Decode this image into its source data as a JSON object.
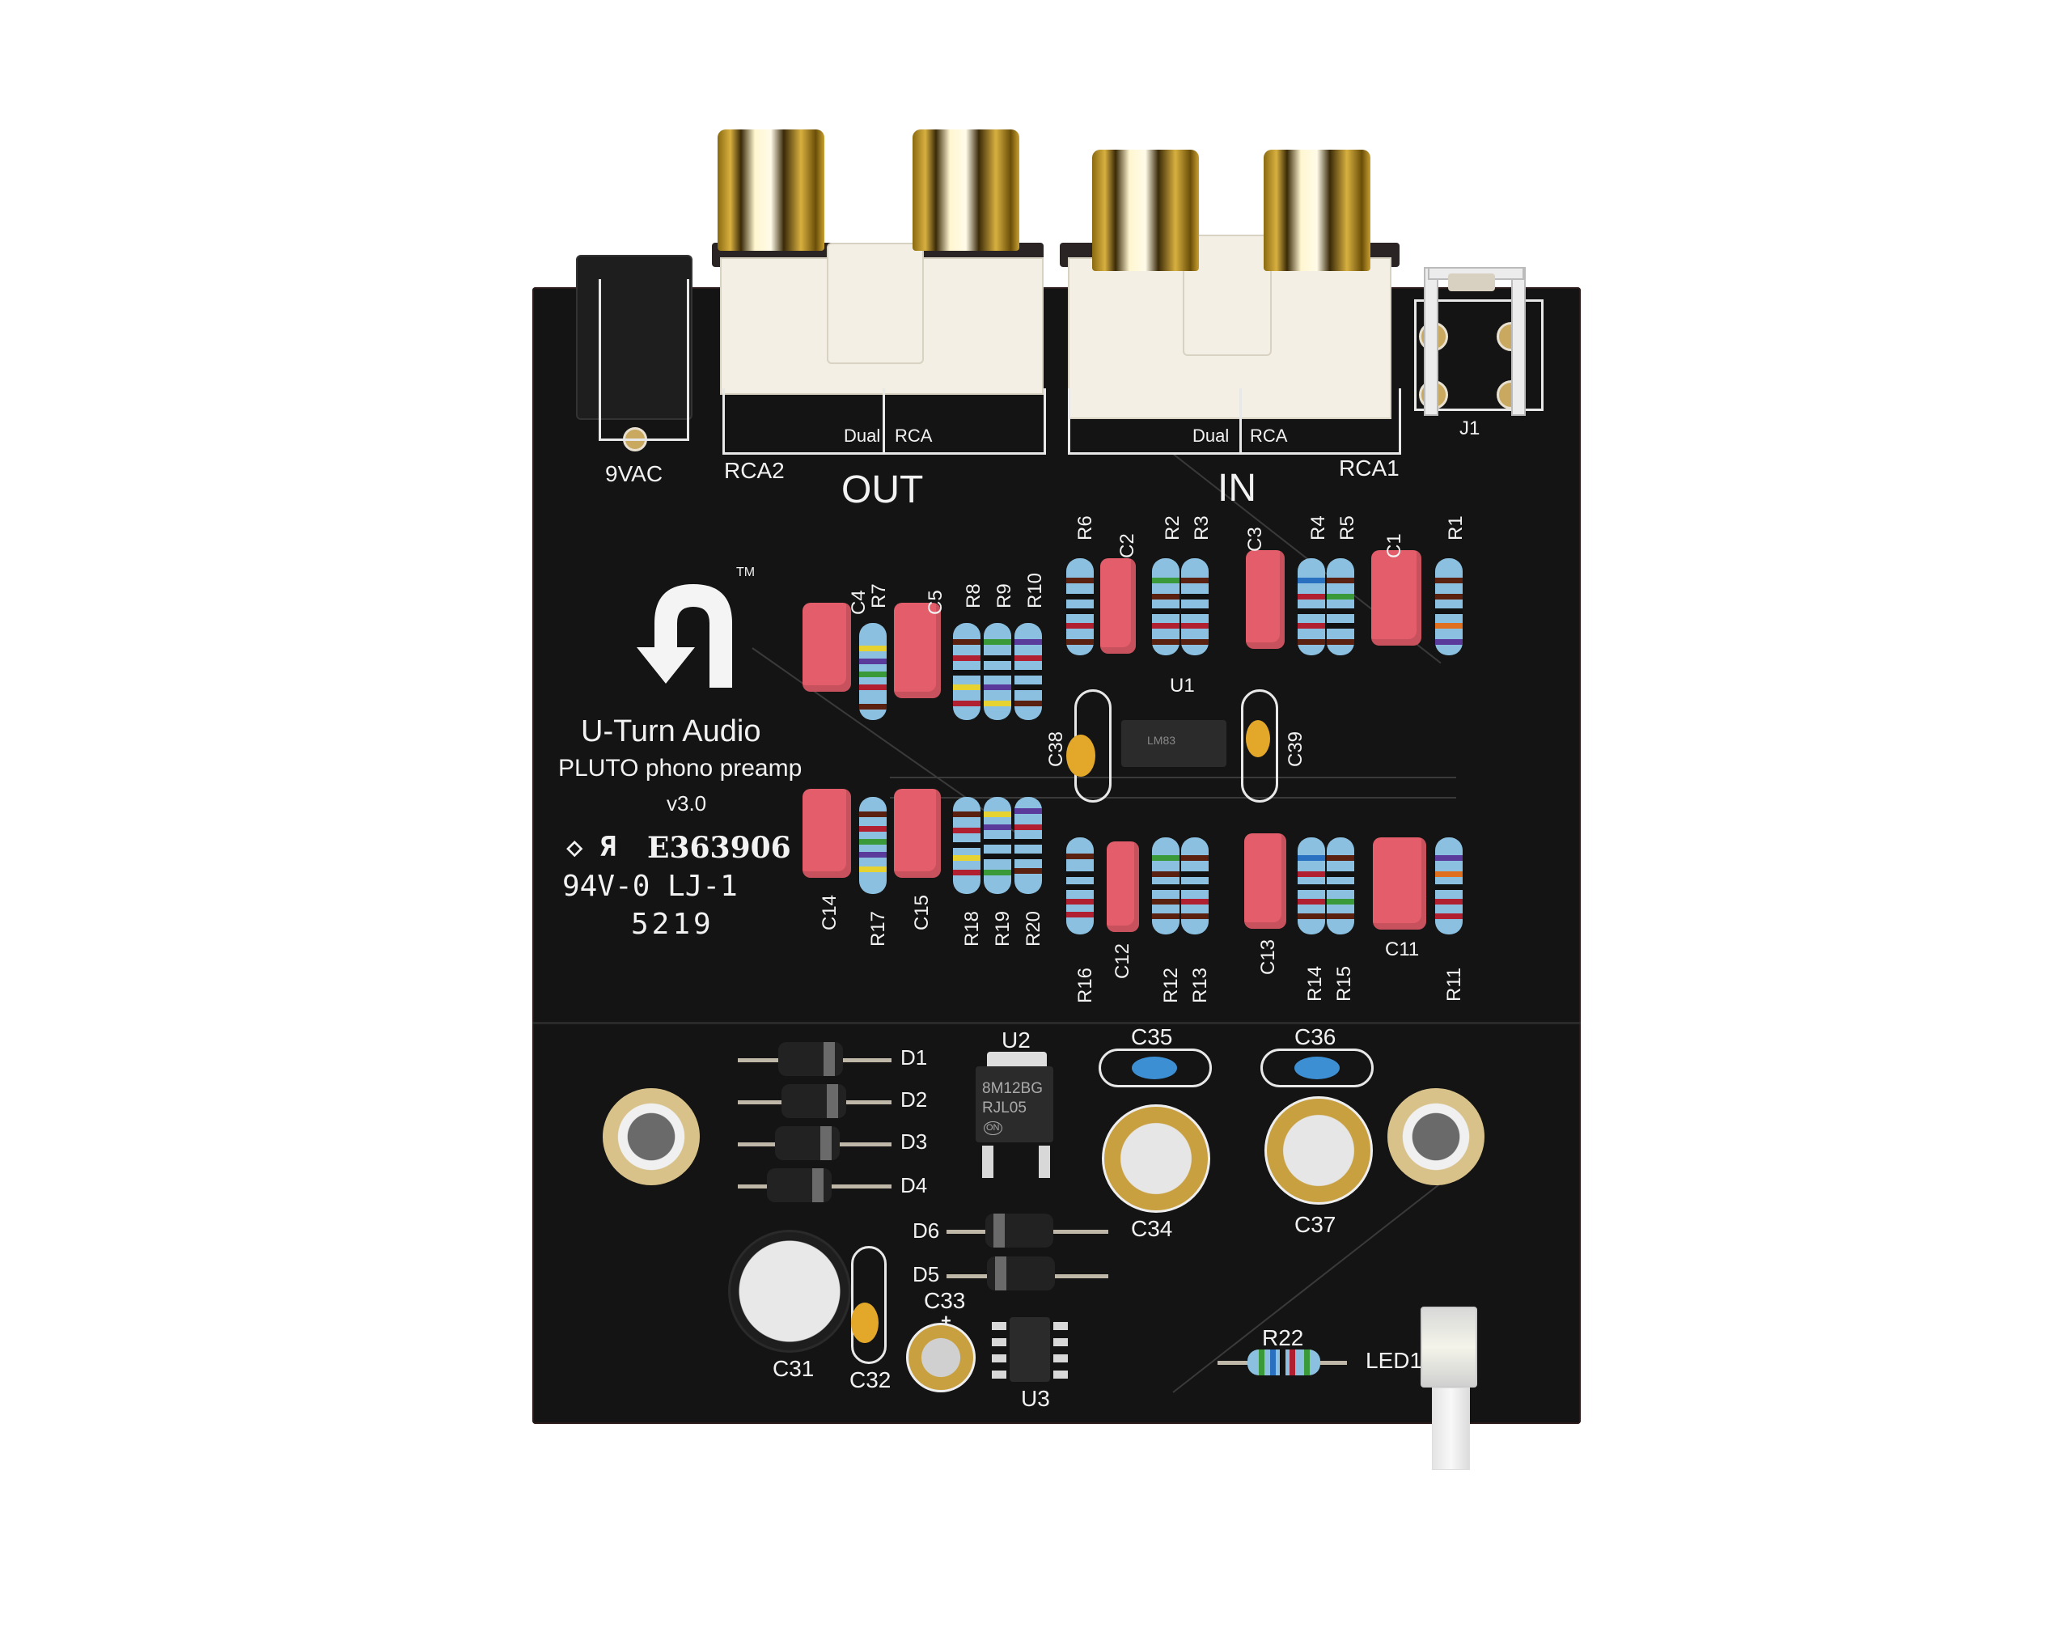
{
  "board": {
    "brand": "U-Turn Audio",
    "product": "PLUTO phono preamp",
    "version": "v3.0",
    "trademark": "TM",
    "cert_line1": "E363906",
    "cert_line2": "94V-0 LJ-1",
    "date_code": "5219",
    "colors": {
      "pcb": "#141414",
      "silk": "#f2f2f2",
      "film_cap": "#e35d6a",
      "resistor_body": "#8cc0e0",
      "background": "#ffffff"
    }
  },
  "connectors": {
    "power_label": "9VAC",
    "out_jack_label": "RCA2",
    "out_dual_label": "Dual",
    "out_rca_label": "RCA",
    "out_section": "OUT",
    "in_jack_label": "RCA1",
    "in_dual_label": "Dual",
    "in_rca_label": "RCA",
    "in_section": "IN",
    "ground_label": "J1"
  },
  "top_components": {
    "c4": "C4",
    "r7": "R7",
    "c5": "C5",
    "r8": "R8",
    "r9": "R9",
    "r10": "R10",
    "r6": "R6",
    "c2": "C2",
    "r2": "R2",
    "r3": "R3",
    "c3": "C3",
    "r4": "R4",
    "r5": "R5",
    "c1": "C1",
    "r1": "R1",
    "u1": "U1",
    "c38": "C38",
    "c39": "C39",
    "u1_marking": "LM83"
  },
  "bottom_components": {
    "c14": "C14",
    "r17": "R17",
    "c15": "C15",
    "r18": "R18",
    "r19": "R19",
    "r20": "R20",
    "r16": "R16",
    "c12": "C12",
    "r12": "R12",
    "r13": "R13",
    "c13": "C13",
    "r14": "R14",
    "r15": "R15",
    "c11": "C11",
    "r11": "R11"
  },
  "power_section": {
    "d1": "D1",
    "d2": "D2",
    "d3": "D3",
    "d4": "D4",
    "d5": "D5",
    "d6": "D6",
    "u2": "U2",
    "u2_line1": "8M12BG",
    "u2_line2": "RJL05",
    "u2_logo": "ON",
    "c35": "C35",
    "c36": "C36",
    "c34": "C34",
    "c37": "C37",
    "c31": "C31",
    "c32": "C32",
    "c33": "C33",
    "c33_polarity": "+",
    "u3": "U3",
    "r22": "R22",
    "led1": "LED1"
  }
}
